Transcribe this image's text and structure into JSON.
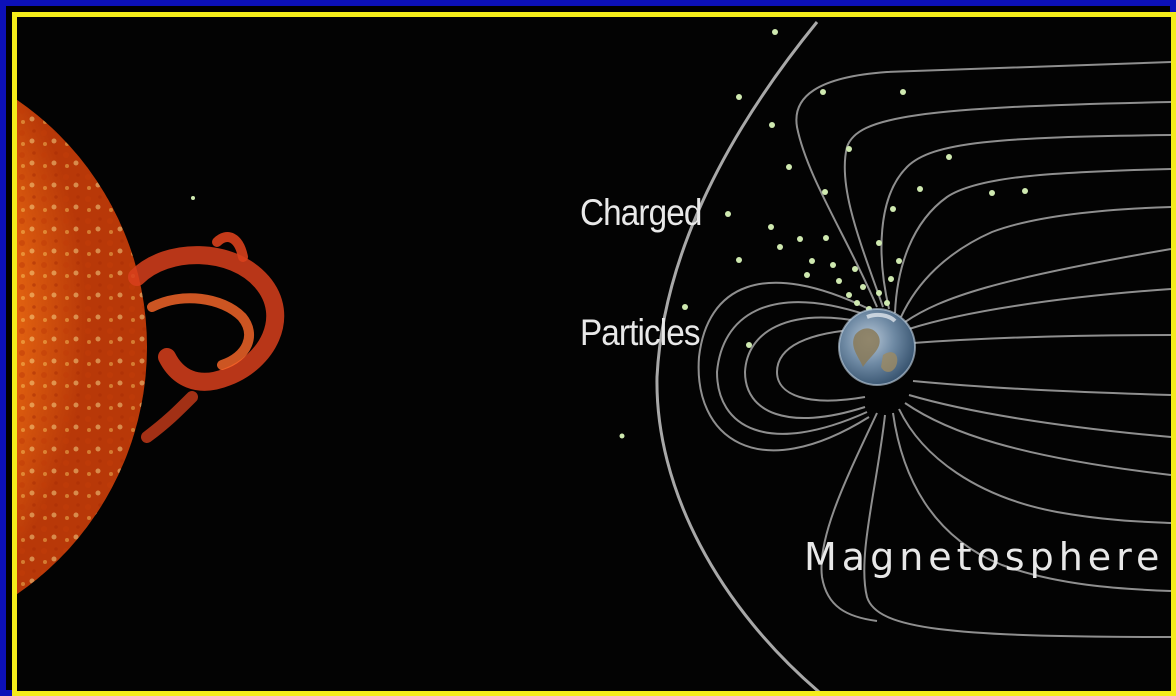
{
  "labels": {
    "charged_line1": "Charged",
    "charged_line2": "Particles",
    "magnetosphere": "Magnetosphere"
  },
  "colors": {
    "outer_border": "#0c10b8",
    "inner_border": "#f4ec1a",
    "background": "#030303",
    "field_lines": "#9a9a9a",
    "particles": "#cfe9b0",
    "sun_core": "#fff4b0",
    "sun_mid": "#ff9a18",
    "sun_edge": "#b83808",
    "prominence": "#d8401c"
  }
}
